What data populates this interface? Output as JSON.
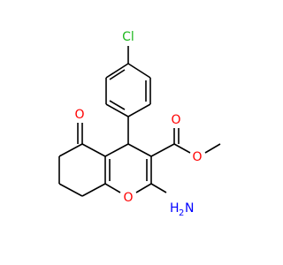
{
  "molecule": {
    "atoms": {
      "chlorine": {
        "text": "Cl",
        "color": "#1db81d"
      },
      "ketone_oxygen": {
        "text": "O",
        "color": "#ff0000"
      },
      "ester_carbonyl_oxygen": {
        "text": "O",
        "color": "#ff0000"
      },
      "ester_oxygen": {
        "text": "O",
        "color": "#ff0000"
      },
      "ring_oxygen": {
        "text": "O",
        "color": "#ff0000"
      },
      "amine": {
        "text": "H",
        "sub": "2",
        "n": "N",
        "color": "#0000ff"
      }
    },
    "bond_color": "#000000",
    "background": "#ffffff"
  }
}
